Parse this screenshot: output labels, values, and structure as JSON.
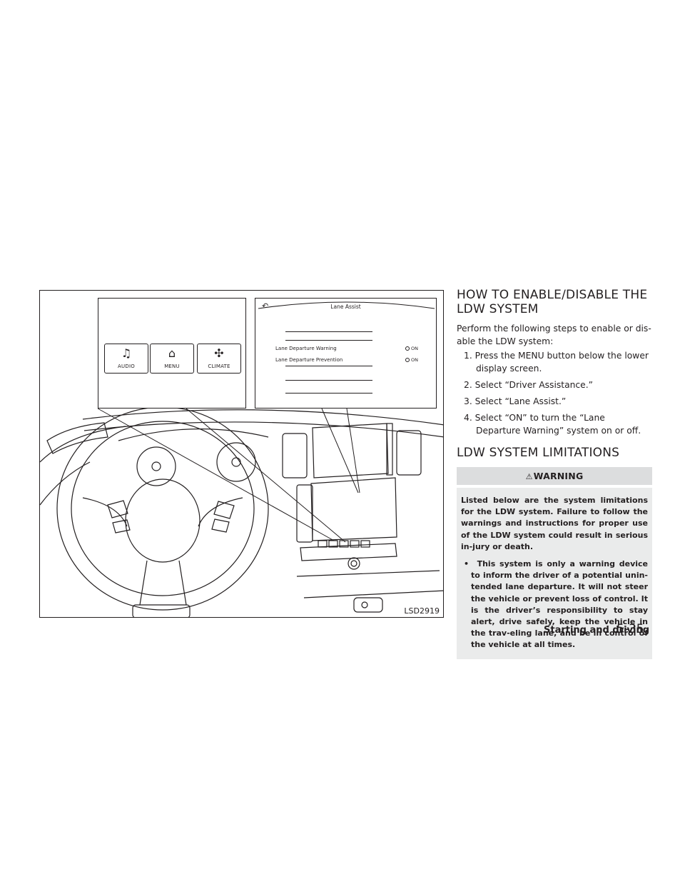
{
  "figure": {
    "code": "LSD2919",
    "hardkeys": [
      {
        "label": "AUDIO",
        "icon": "music-note-icon"
      },
      {
        "label": "MENU",
        "icon": "home-icon"
      },
      {
        "label": "CLIMATE",
        "icon": "fan-icon"
      }
    ],
    "screen": {
      "title": "Lane Assist",
      "rows": [
        {
          "label": "Lane Departure Warning",
          "state": "ON"
        },
        {
          "label": "Lane Departure Prevention",
          "state": "ON"
        }
      ]
    }
  },
  "section1": {
    "heading": "HOW TO ENABLE/DISABLE THE LDW SYSTEM",
    "intro": "Perform the following steps to enable or dis-able the LDW system:",
    "steps": [
      "1. Press the MENU button below the lower display screen.",
      "2. Select “Driver Assistance.”",
      "3. Select “Lane Assist.”",
      "4. Select “ON” to turn the “Lane Departure Warning” system on or off."
    ]
  },
  "section2": {
    "heading": "LDW SYSTEM LIMITATIONS",
    "warning_title": "WARNING",
    "warning_text": "Listed below are the system limitations for the LDW system. Failure to follow the warnings and instructions for proper use of the LDW system could result in serious in-jury or death.",
    "warning_bullet": "This system is only a warning device to inform the driver of a potential unin-tended lane departure. It will not steer the vehicle or prevent loss of control. It is the driver’s responsibility to stay alert, drive safely, keep the vehicle in the trav-eling lane, and be in control of the vehicle at all times."
  },
  "footer": {
    "section": "Starting and driving",
    "page": "5-35"
  }
}
